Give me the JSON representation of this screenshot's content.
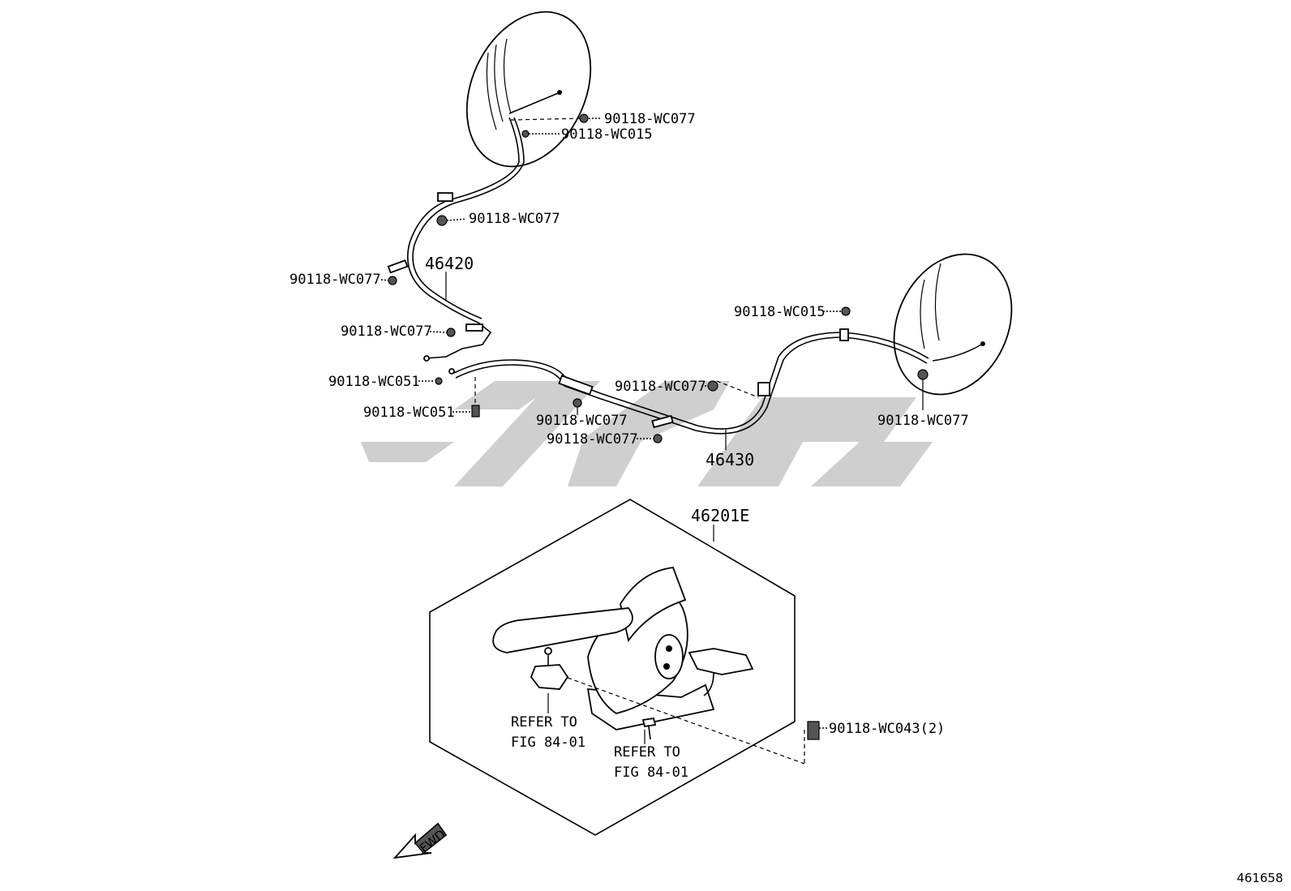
{
  "watermark_text": "",
  "figure_number": "461658",
  "fwd_label": "FWD",
  "parts": {
    "cable_left": "46420",
    "cable_right": "46430",
    "lever_assembly": "46201E"
  },
  "callouts": {
    "c1": "90118-WC077",
    "c2": "90118-WC015",
    "c3": "90118-WC077",
    "c4": "90118-WC077",
    "c5": "90118-WC077",
    "c6": "90118-WC051",
    "c7": "90118-WC051",
    "c8": "90118-WC015",
    "c9": "90118-WC077",
    "c10": "90118-WC077",
    "c11": "90118-WC077",
    "c12": "90118-WC077",
    "c13": "90118-WC043(2)"
  },
  "refer": {
    "r1_line1": "REFER TO",
    "r1_line2": "FIG 84-01",
    "r2_line1": "REFER TO",
    "r2_line2": "FIG 84-01"
  }
}
